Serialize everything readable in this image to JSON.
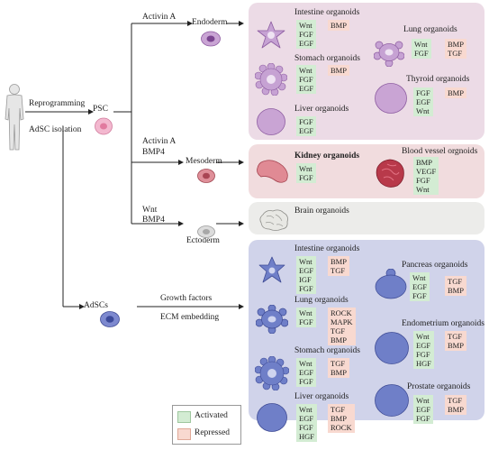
{
  "source": {
    "reprogramming": "Reprogramming",
    "adsc_isolation": "AdSC isolation",
    "psc": "PSC",
    "adscs": "AdSCs"
  },
  "branches": {
    "endoderm": {
      "factor": "Activin A",
      "label": "Endoderm"
    },
    "mesoderm": {
      "factor1": "Activin A",
      "factor2": "BMP4",
      "label": "Mesoderm"
    },
    "ectoderm": {
      "factor1": "Wnt",
      "factor2": "BMP4",
      "label": "Ectoderm"
    },
    "adsc": {
      "factor1": "Growth factors",
      "factor2": "ECM embedding"
    }
  },
  "endoderm_organoids": {
    "intestine": {
      "title": "Intestine organoids",
      "activated": "Wnt\nFGF\nEGF",
      "repressed": "BMP"
    },
    "stomach": {
      "title": "Stomach organoids",
      "activated": "Wnt\nFGF\nEGF",
      "repressed": "BMP"
    },
    "liver": {
      "title": "Liver organoids",
      "activated": "FGF\nEGF"
    },
    "lung": {
      "title": "Lung organoids",
      "activated": "Wnt\nFGF",
      "repressed": "BMP\nTGF"
    },
    "thyroid": {
      "title": "Thyroid organoids",
      "activated": "FGF\nEGF\nWnt",
      "repressed": "BMP"
    }
  },
  "mesoderm_organoids": {
    "kidney": {
      "title": "Kidney organoids",
      "activated": "Wnt\nFGF"
    },
    "blood_vessel": {
      "title": "Blood vessel orgnoids",
      "activated": "BMP\nVEGF\nFGF\nWnt"
    }
  },
  "ectoderm_organoids": {
    "brain": {
      "title": "Brain organoids"
    }
  },
  "adsc_organoids": {
    "intestine": {
      "title": "Intestine organoids",
      "activated": "Wnt\nEGF\nIGF\nFGF",
      "repressed": "BMP\nTGF"
    },
    "lung": {
      "title": "Lung organoids",
      "activated": "Wnt\nFGF",
      "repressed": "ROCK\nMAPK\nTGF\nBMP"
    },
    "stomach": {
      "title": "Stomach organoids",
      "activated": "Wnt\nEGF\nFGF",
      "repressed": "TGF\nBMP"
    },
    "liver": {
      "title": "Liver organoids",
      "activated": "Wnt\nEGF\nFGF\nHGF",
      "repressed": "TGF\nBMP\nROCK"
    },
    "pancreas": {
      "title": "Pancreas organoids",
      "activated": "Wnt\nEGF\nFGF",
      "repressed": "TGF\nBMP"
    },
    "endometrium": {
      "title": "Endometrium organoids",
      "activated": "Wnt\nEGF\nFGF\nHGF",
      "repressed": "TGF\nBMP"
    },
    "prostate": {
      "title": "Prostate organoids",
      "activated": "Wnt\nEGF\nFGF",
      "repressed": "TGF\nBMP"
    }
  },
  "legend": {
    "activated": "Activated",
    "repressed": "Repressed"
  },
  "colors": {
    "endoderm_panel": "#ecdbe6",
    "mesoderm_panel": "#f1dcde",
    "ectoderm_panel": "#ececea",
    "adsc_panel": "#d0d3ea",
    "activated": "#d3ecd3",
    "repressed": "#f8d9d0"
  }
}
